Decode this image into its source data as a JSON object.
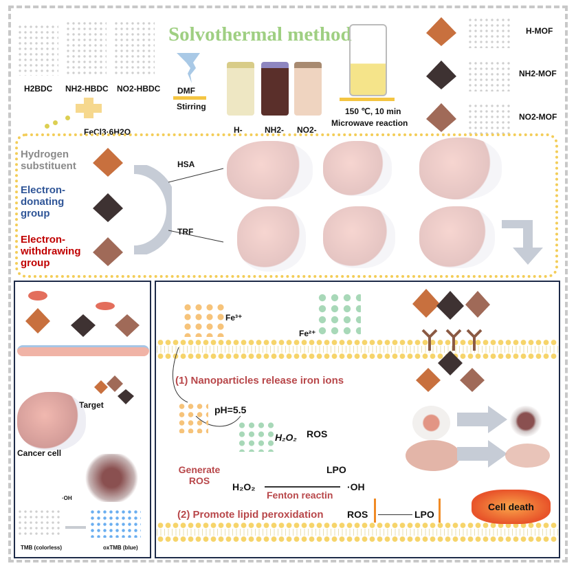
{
  "title": "Solvothermal method",
  "ligands": [
    "H2BDC",
    "NH2-HBDC",
    "NO2-HBDC"
  ],
  "metal_salt": "FeCl3·6H2O",
  "step1": {
    "top": "DMF",
    "bottom": "Stirring"
  },
  "vials": [
    "H-",
    "NH2-",
    "NO2-"
  ],
  "step2": {
    "top": "150 ℃, 10 min",
    "bottom": "Microwave reaction"
  },
  "mofs": [
    {
      "label": "H-MOF",
      "color": "#c8703e"
    },
    {
      "label": "NH2-MOF",
      "color": "#3e3232"
    },
    {
      "label": "NO2-MOF",
      "color": "#a06a58"
    }
  ],
  "substituents": [
    {
      "label": "Hydrogen substituent",
      "color": "#8a8a8a"
    },
    {
      "label": "Electron-donating group",
      "color": "#2f5597"
    },
    {
      "label": "Electron-withdrawing group",
      "color": "#c00000"
    }
  ],
  "proteins": [
    "HSA",
    "TRF"
  ],
  "left_panel": {
    "target": "Target",
    "cancer": "Cancer cell",
    "oh": "·OH",
    "tmb": "TMB (colorless)",
    "oxtmb": "oxTMB (blue)"
  },
  "right_panel": {
    "fe3": "Fe³⁺",
    "fe2": "Fe²⁺",
    "step1": "(1) Nanoparticles release iron ions",
    "ph": "pH=5.5",
    "h2o2_a": "H₂O₂",
    "ros_a": "ROS",
    "lpo_a": "LPO",
    "generate": "Generate ROS",
    "h2o2_b": "H₂O₂",
    "fenton": "Fenton reactin",
    "oh": "·OH",
    "ros_b": "ROS",
    "lpo_b": "LPO",
    "step2": "(2) Promote lipid peroxidation",
    "death": "Cell death"
  }
}
